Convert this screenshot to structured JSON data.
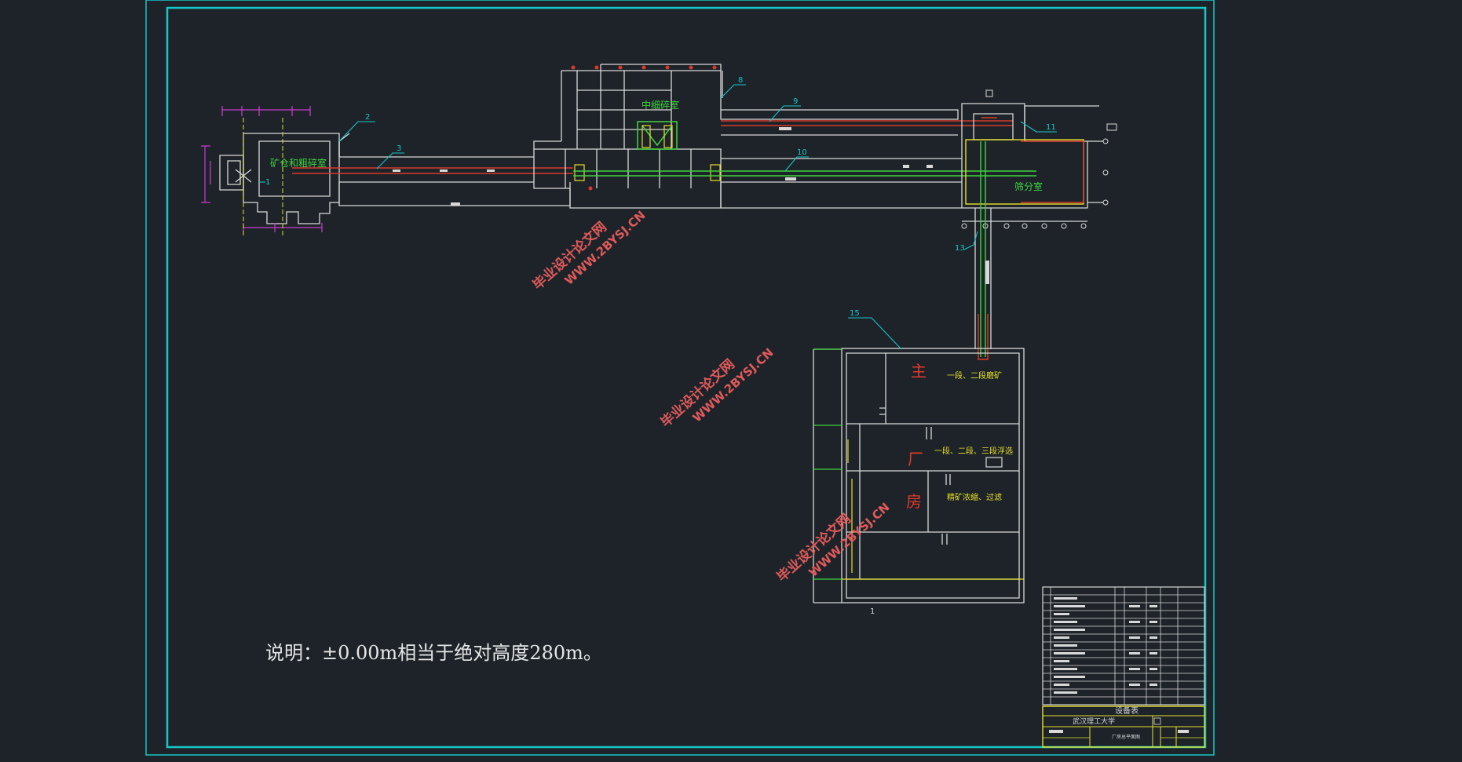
{
  "rooms": {
    "crusher_room": "矿仓和粗碎室",
    "medium_crusher_room": "中细碎室",
    "screen_room": "筛分室"
  },
  "plant": {
    "char_zhu": "主",
    "char_chang": "厂",
    "char_fang": "房",
    "area_grinding": "一段、二段磨矿",
    "area_flotation": "一段、二段、三段浮选",
    "area_concentrate": "精矿浓缩、过滤"
  },
  "callouts": [
    "1",
    "2",
    "3",
    "8",
    "9",
    "10",
    "11",
    "13",
    "15",
    "1"
  ],
  "watermark": {
    "line1": "毕业设计论文网",
    "line2": "WWW.2BYSJ.CN"
  },
  "table": {
    "caption": "设备表",
    "school": "武汉理工大学",
    "drawing_title": "厂房总平面图"
  },
  "note": "说明：±0.00m相当于绝对高度280m。",
  "colors": {
    "background": "#1e2329",
    "frame": "#16c7c7",
    "walls": "#d8d8d8",
    "conveyor": "#d93a2a",
    "green": "#3ed63e",
    "magenta": "#c83cd0",
    "yellow": "#e6e02a",
    "watermark": "#e05a5a",
    "plant_red": "#e23a2a"
  }
}
